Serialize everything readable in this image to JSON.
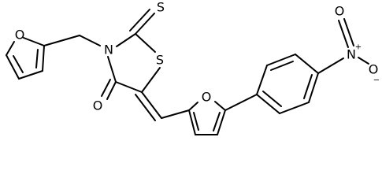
{
  "molecule": {
    "atoms": {
      "furan_o_left": "O",
      "ring_n": "N",
      "thione_s": "S",
      "ring_s": "S",
      "carbonyl_o": "O",
      "furan_o_center": "O",
      "nitro_n": "N",
      "nitro_n_charge": "+",
      "nitro_o_top": "O",
      "nitro_o_bottom": "O",
      "nitro_o_bottom_charge": "−"
    }
  }
}
